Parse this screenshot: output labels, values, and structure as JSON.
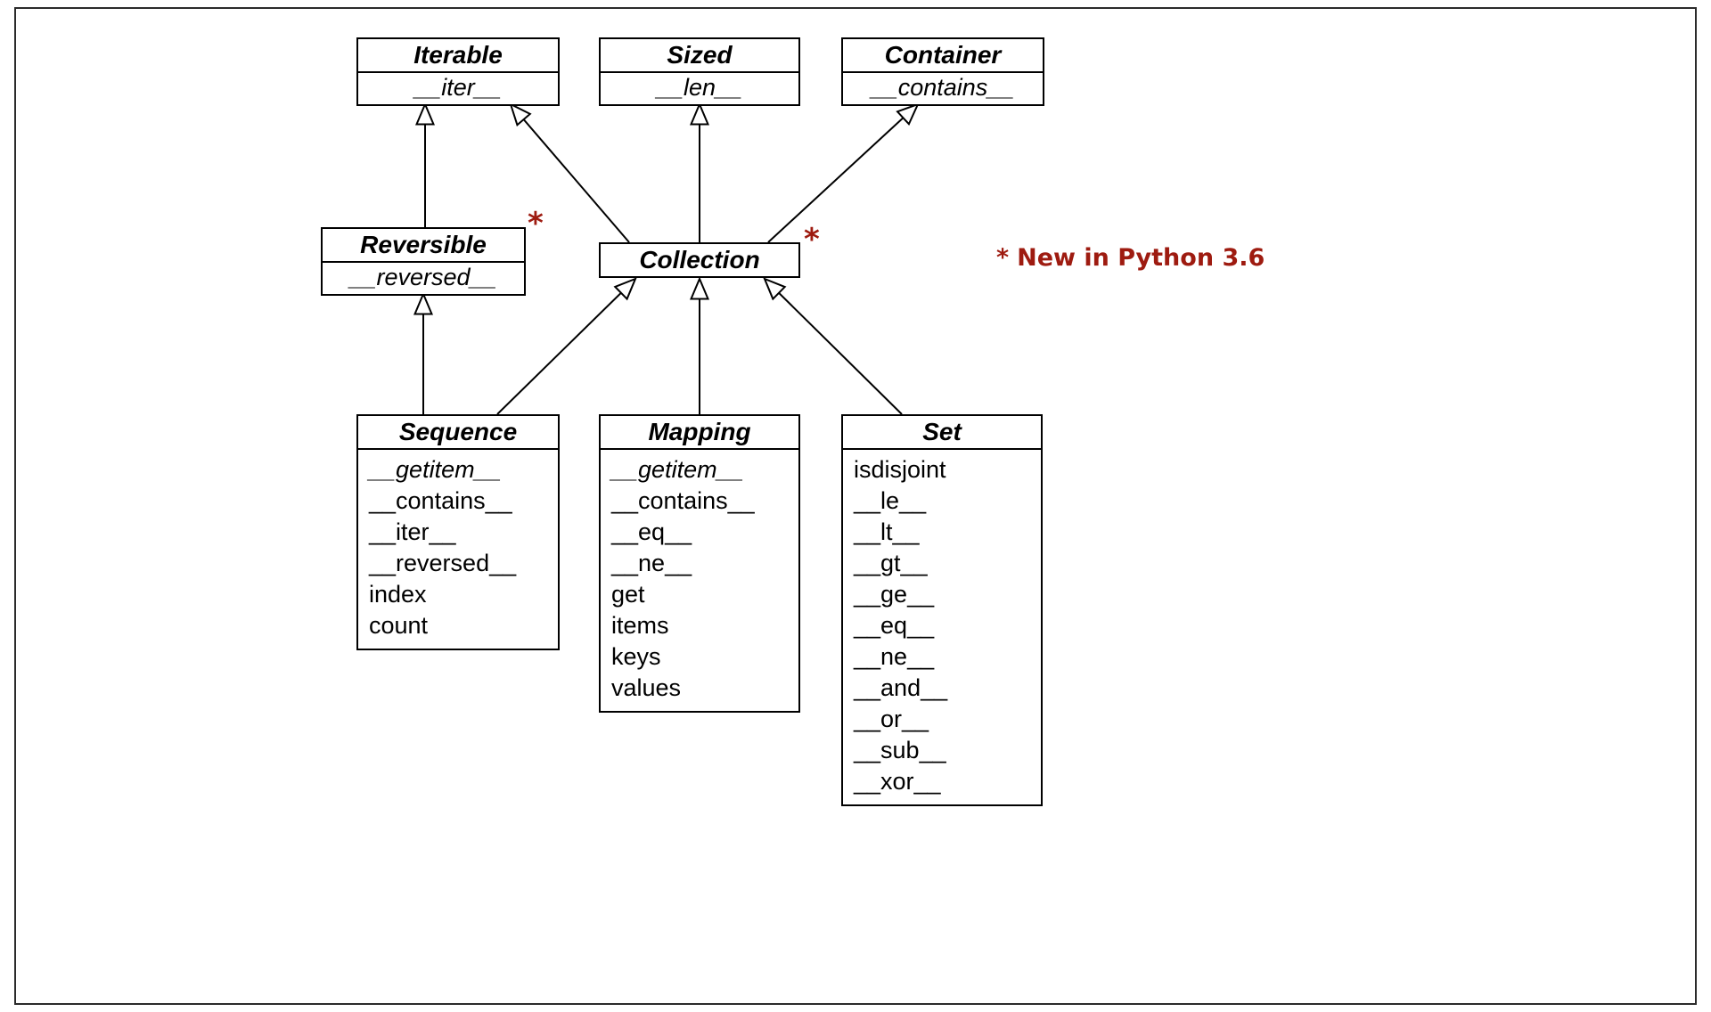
{
  "diagram": {
    "annotation": {
      "marker": "*",
      "text": "New in Python 3.6",
      "color": "#9e1b10"
    },
    "classes": {
      "iterable": {
        "name": "Iterable",
        "methods": [
          {
            "label": "__iter__",
            "style": "italic"
          }
        ]
      },
      "sized": {
        "name": "Sized",
        "methods": [
          {
            "label": "__len__",
            "style": "italic"
          }
        ]
      },
      "container": {
        "name": "Container",
        "methods": [
          {
            "label": "__contains__",
            "style": "italic"
          }
        ]
      },
      "reversible": {
        "name": "Reversible",
        "new_marker": "*",
        "methods": [
          {
            "label": "__reversed__",
            "style": "italic"
          }
        ]
      },
      "collection": {
        "name": "Collection",
        "new_marker": "*",
        "methods": []
      },
      "sequence": {
        "name": "Sequence",
        "methods": [
          {
            "label": "__getitem__",
            "style": "italic"
          },
          {
            "label": "__contains__",
            "style": "regular"
          },
          {
            "label": "__iter__",
            "style": "regular"
          },
          {
            "label": "__reversed__",
            "style": "regular"
          },
          {
            "label": "index",
            "style": "regular"
          },
          {
            "label": "count",
            "style": "regular"
          }
        ]
      },
      "mapping": {
        "name": "Mapping",
        "methods": [
          {
            "label": "__getitem__",
            "style": "italic"
          },
          {
            "label": "__contains__",
            "style": "regular"
          },
          {
            "label": "__eq__",
            "style": "regular"
          },
          {
            "label": "__ne__",
            "style": "regular"
          },
          {
            "label": "get",
            "style": "regular"
          },
          {
            "label": "items",
            "style": "regular"
          },
          {
            "label": "keys",
            "style": "regular"
          },
          {
            "label": "values",
            "style": "regular"
          }
        ]
      },
      "set": {
        "name": "Set",
        "methods": [
          {
            "label": "isdisjoint",
            "style": "regular"
          },
          {
            "label": "__le__",
            "style": "regular"
          },
          {
            "label": "__lt__",
            "style": "regular"
          },
          {
            "label": "__gt__",
            "style": "regular"
          },
          {
            "label": "__ge__",
            "style": "regular"
          },
          {
            "label": "__eq__",
            "style": "regular"
          },
          {
            "label": "__ne__",
            "style": "regular"
          },
          {
            "label": "__and__",
            "style": "regular"
          },
          {
            "label": "__or__",
            "style": "regular"
          },
          {
            "label": "__sub__",
            "style": "regular"
          },
          {
            "label": "__xor__",
            "style": "regular"
          }
        ]
      }
    },
    "inheritance": [
      {
        "child": "Reversible",
        "parent": "Iterable"
      },
      {
        "child": "Collection",
        "parent": "Iterable"
      },
      {
        "child": "Collection",
        "parent": "Sized"
      },
      {
        "child": "Collection",
        "parent": "Container"
      },
      {
        "child": "Sequence",
        "parent": "Reversible"
      },
      {
        "child": "Sequence",
        "parent": "Collection"
      },
      {
        "child": "Mapping",
        "parent": "Collection"
      },
      {
        "child": "Set",
        "parent": "Collection"
      }
    ]
  }
}
